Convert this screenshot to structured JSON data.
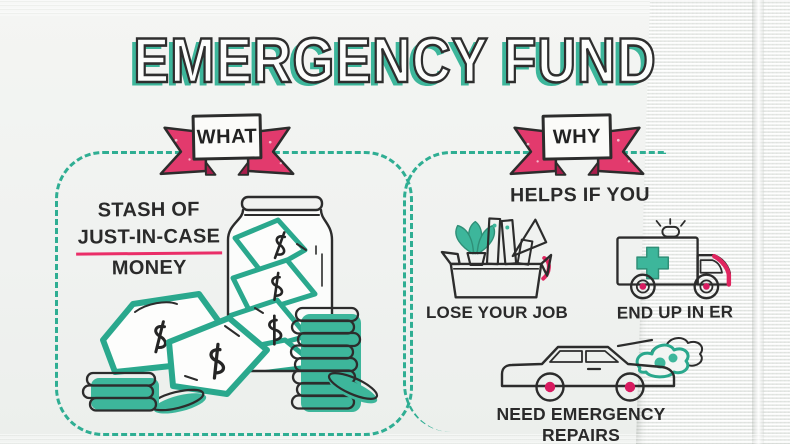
{
  "title": "EMERGENCY FUND",
  "what": {
    "banner": "WHAT",
    "line1": "STASH OF",
    "line2": "JUST-IN-CASE",
    "line3": "MONEY",
    "illustration": "jar of cash with coin stacks"
  },
  "why": {
    "banner": "WHY",
    "heading": "HELPS IF YOU",
    "reasons": [
      {
        "label": "LOSE YOUR JOB",
        "icon": "box of office belongings"
      },
      {
        "label": "END UP IN ER",
        "icon": "ambulance"
      },
      {
        "label": "NEED EMERGENCY REPAIRS",
        "icon": "car with smoke"
      }
    ]
  },
  "colors": {
    "teal": "#2FAE93",
    "pink": "#E23A6D",
    "ink": "#2C2C2C",
    "paper": "#F1F2F0"
  }
}
